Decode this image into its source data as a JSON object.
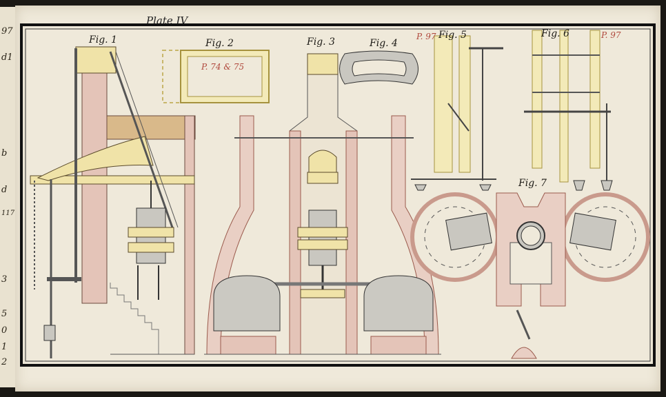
{
  "plate": {
    "title": "Plate IV"
  },
  "figures": [
    {
      "id": "fig1",
      "label": "Fig. 1"
    },
    {
      "id": "fig2",
      "label": "Fig. 2"
    },
    {
      "id": "fig3",
      "label": "Fig. 3"
    },
    {
      "id": "fig4",
      "label": "Fig. 4"
    },
    {
      "id": "fig5",
      "label": "Fig. 5"
    },
    {
      "id": "fig6",
      "label": "Fig. 6"
    },
    {
      "id": "fig7",
      "label": "Fig. 7"
    }
  ],
  "page_refs": {
    "fig2": "P. 74 & 75",
    "fig5": "P. 97",
    "fig6": "P. 97"
  },
  "margin_notes": [
    "97",
    "d1",
    "b",
    "d",
    "117",
    "3",
    "5",
    "0",
    "1",
    "2"
  ],
  "colors": {
    "paper": "#efe9da",
    "ink": "#1d1b16",
    "masonry_pink": "#e4c4b8",
    "brass_yellow": "#f0e3a8",
    "boiler_grey": "#c9c7c0",
    "wood_tan": "#d9b98a",
    "ref_red": "#b0483c"
  }
}
